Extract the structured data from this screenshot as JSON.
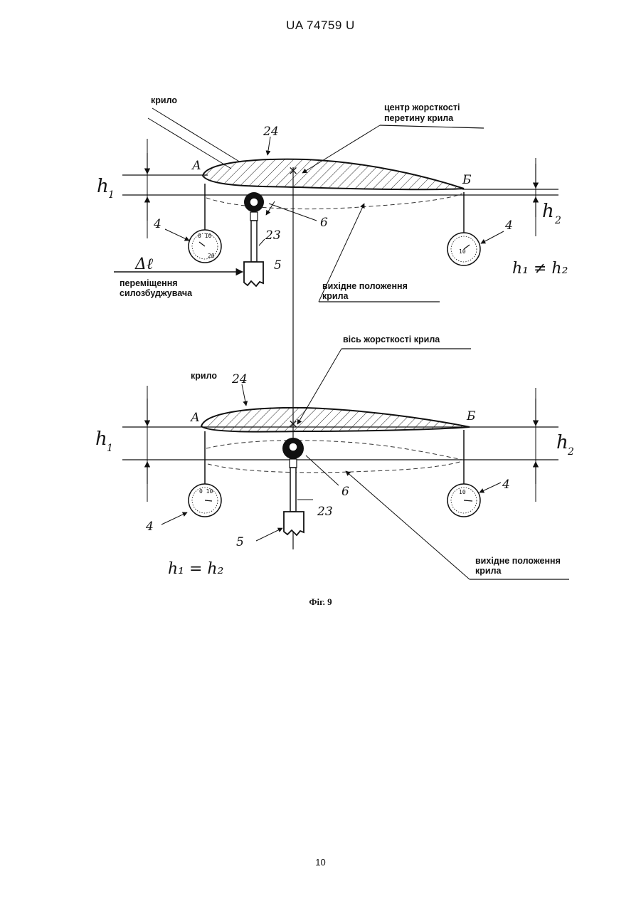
{
  "header": {
    "patent_number": "UA   74759   U"
  },
  "page_number": "10",
  "figure_caption": "Фіг. 9",
  "top_figure": {
    "wing_label": "крило",
    "center_label_line1": "центр жорсткості",
    "center_label_line2": "перетину крила",
    "wing_number": "24",
    "point_a": "А",
    "point_b": "Б",
    "h1": "h",
    "h1_sub": "1",
    "h2": "h",
    "h2_sub": "2",
    "delta_l": "Δℓ",
    "displacement_line1": "переміщення",
    "displacement_line2": "силозбуджувача",
    "initial_position_line1": "вихідне положення",
    "initial_position_line2": "крила",
    "num_4_left": "4",
    "num_4_right": "4",
    "num_5": "5",
    "num_6": "6",
    "num_23": "23",
    "relation": "h₁ ≠ h₂"
  },
  "bottom_figure": {
    "axis_label": "вісь жорсткості крила",
    "wing_label": "крило",
    "wing_number": "24",
    "point_a": "А",
    "point_b": "Б",
    "h1": "h",
    "h1_sub": "1",
    "h2": "h",
    "h2_sub": "2",
    "initial_position_line1": "вихідне положення",
    "initial_position_line2": "крила",
    "num_4_left": "4",
    "num_4_right": "4",
    "num_5": "5",
    "num_6": "6",
    "num_23": "23",
    "relation": "h₁ = h₂"
  }
}
